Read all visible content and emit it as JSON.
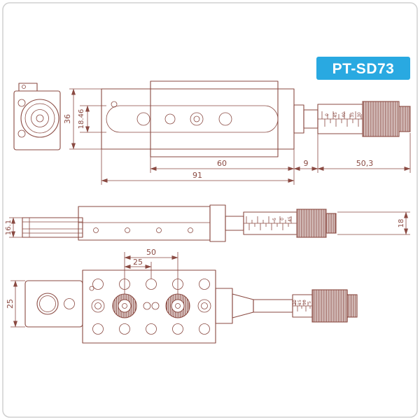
{
  "badge": {
    "label": "PT-SD73"
  },
  "colors": {
    "line": "#8a4a42",
    "accent_blue": "#29a9e1",
    "border": "#d0d0d0",
    "background": "#ffffff"
  },
  "top_view": {
    "dim_body_height": "36",
    "dim_slot_height": "18.46",
    "dim_plate_length": "60",
    "dim_offset": "9",
    "dim_total_length": "91",
    "dim_micrometer_length": "50,3",
    "scale_numbers": [
      "0",
      "45",
      "40",
      "35",
      "30"
    ]
  },
  "side_view": {
    "dim_height": "16.1",
    "dim_micrometer_diameter": "18",
    "scale_numbers": [
      "5",
      "0",
      "45"
    ]
  },
  "plan_view": {
    "dim_hole_span": "50",
    "dim_hole_pitch": "25",
    "dim_plate_width": "25",
    "scale_numbers": [
      "20",
      "15",
      "10",
      "5"
    ]
  }
}
